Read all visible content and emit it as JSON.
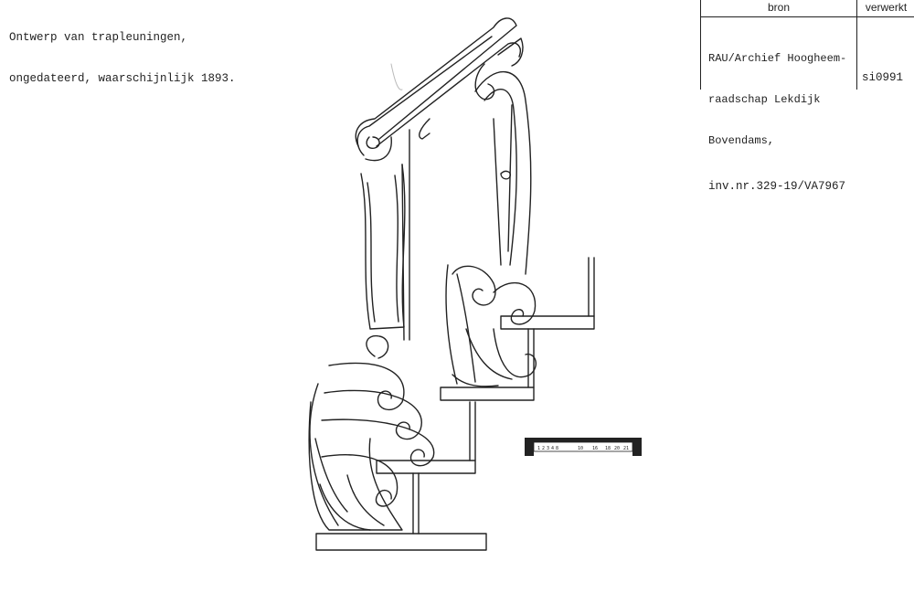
{
  "caption": {
    "line1": "Ontwerp van trapleuningen,",
    "line2": "ongedateerd, waarschijnlijk 1893."
  },
  "source_table": {
    "header_bron": "bron",
    "header_verwerkt": "verwerkt",
    "bron_lines": [
      "RAU/Archief Hoogheem-",
      "raadschap Lekdijk",
      "Bovendams,"
    ],
    "inventory": "inv.nr.329-19/VA7967",
    "verwerkt_code": "si0991"
  },
  "scale_bar": {
    "labels": [
      "1",
      "2",
      "3",
      "4",
      "8",
      "10",
      "16",
      "18",
      "20",
      "21"
    ]
  },
  "colors": {
    "ink": "#222222",
    "paper": "#ffffff"
  }
}
